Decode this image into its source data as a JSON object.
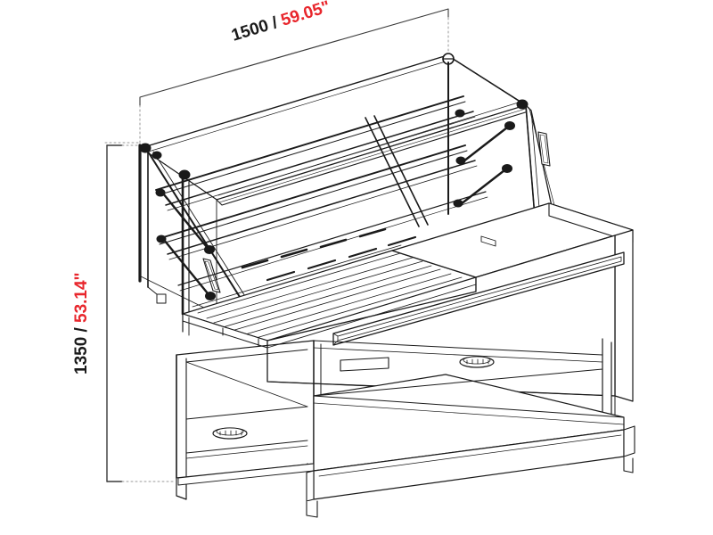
{
  "drawing": {
    "type": "isometric-technical-drawing",
    "subject": "refrigerated-display-counter",
    "background_color": "#ffffff",
    "line_color": "#1a1a1a"
  },
  "dimensions": {
    "width": {
      "name": "overall-width",
      "mm_label": "1500 /",
      "inch_label": "59.05\"",
      "mm_value": 1500,
      "inch_value": 59.05,
      "orientation": "diagonal-top",
      "rotation_deg": -17,
      "mm_color": "#1a1a1a",
      "inch_color": "#e8262c"
    },
    "height": {
      "name": "overall-height",
      "mm_label": "1350 /",
      "inch_label": "53.14\"",
      "mm_value": 1350,
      "inch_value": 53.14,
      "orientation": "vertical-left",
      "rotation_deg": -90,
      "mm_color": "#1a1a1a",
      "inch_color": "#e8262c"
    }
  },
  "colors": {
    "accent_red": "#e8262c",
    "ink": "#1a1a1a",
    "thin": "#222222",
    "paper": "#ffffff"
  }
}
